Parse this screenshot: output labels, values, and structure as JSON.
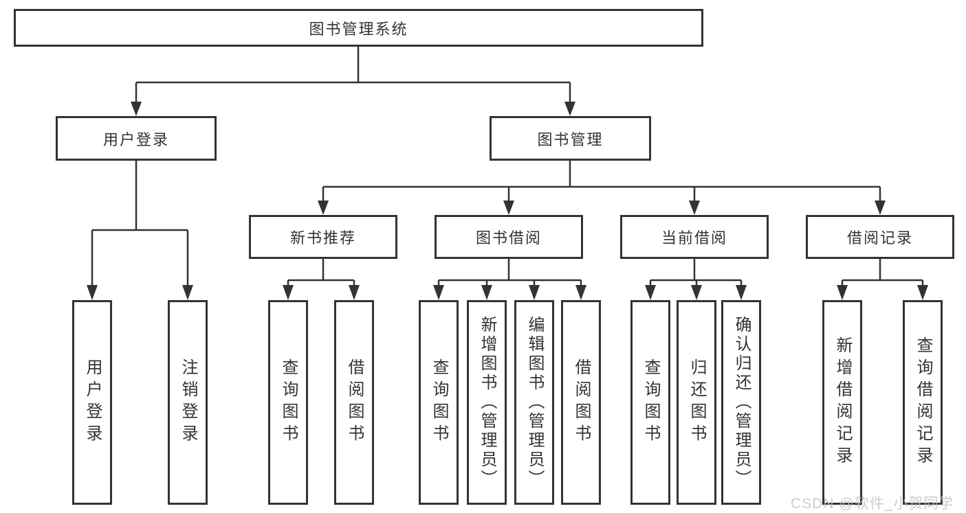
{
  "tree": {
    "root": {
      "label": "图书管理系统",
      "children": [
        {
          "label": "用户登录",
          "children": [
            {
              "label": "用户登录"
            },
            {
              "label": "注销登录"
            }
          ]
        },
        {
          "label": "图书管理",
          "children": [
            {
              "label": "新书推荐",
              "children": [
                {
                  "label": "查询图书"
                },
                {
                  "label": "借阅图书"
                }
              ]
            },
            {
              "label": "图书借阅",
              "children": [
                {
                  "label": "查询图书"
                },
                {
                  "label": "新增图书（管理员）"
                },
                {
                  "label": "编辑图书（管理员）"
                },
                {
                  "label": "借阅图书"
                }
              ]
            },
            {
              "label": "当前借阅",
              "children": [
                {
                  "label": "查询图书"
                },
                {
                  "label": "归还图书"
                },
                {
                  "label": "确认归还（管理员）"
                }
              ]
            },
            {
              "label": "借阅记录",
              "children": [
                {
                  "label": "新增借阅记录"
                },
                {
                  "label": "查询借阅记录"
                }
              ]
            }
          ]
        }
      ]
    }
  },
  "watermark": {
    "text": "CSDN @软件_小贺同学",
    "color": "#c4c4c4"
  },
  "colors": {
    "line": "#333333",
    "text": "#333333",
    "background": "#ffffff",
    "watermark": "#c4c4c4"
  }
}
